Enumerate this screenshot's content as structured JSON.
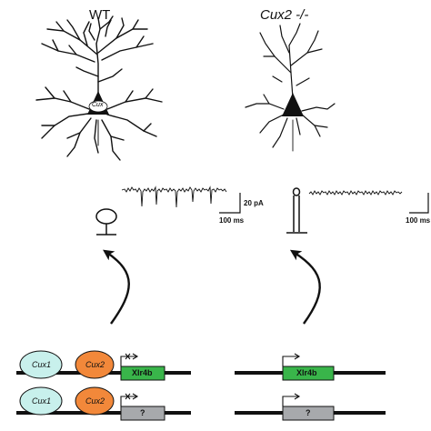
{
  "panels": {
    "wt": {
      "title": "WT",
      "soma_label": "Cux"
    },
    "ko": {
      "title": "Cux2 -/-"
    }
  },
  "scale_bars": {
    "current": "20 pA",
    "time": "100 ms"
  },
  "genes": {
    "cux1": "Cux1",
    "cux2": "Cux2",
    "target": "Xlr4b",
    "unknown": "?"
  },
  "colors": {
    "cux1_fill": "#c8f0ec",
    "cux2_fill": "#f2883a",
    "xlr4b_fill": "#39b54a",
    "unknown_fill": "#a7a9ac",
    "line": "#111111"
  }
}
